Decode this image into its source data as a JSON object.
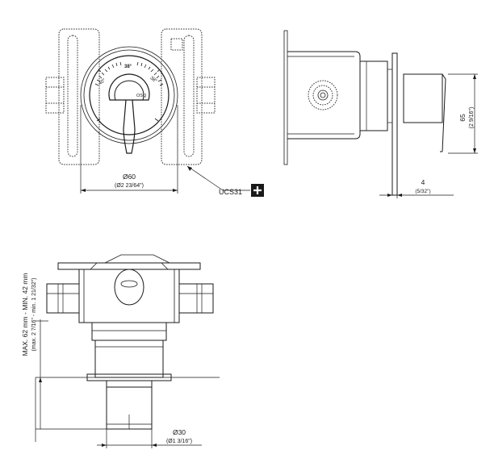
{
  "front_view": {
    "diameter": "Ø60",
    "diameter_imperial": "(Ø2 23/64\")",
    "scale_left": "40°",
    "scale_mid": "38°",
    "scale_right": "38°",
    "scale_label": "OSQ",
    "callout": "UCS31",
    "callout_icon": "plus-icon"
  },
  "side_view": {
    "height": "65",
    "height_imperial": "(2 9/16\")",
    "thickness": "4",
    "thickness_imperial": "(5/32\")"
  },
  "section_view": {
    "depth_range": "MAX. 62 mm - MIN. 42 mm",
    "depth_range_imperial": "(max. 2 7/16\" - min. 1 21/32\")",
    "diameter": "Ø30",
    "diameter_imperial": "(Ø1 3/16\")"
  },
  "colors": {
    "line": "#1a1a1a",
    "background": "#ffffff"
  }
}
